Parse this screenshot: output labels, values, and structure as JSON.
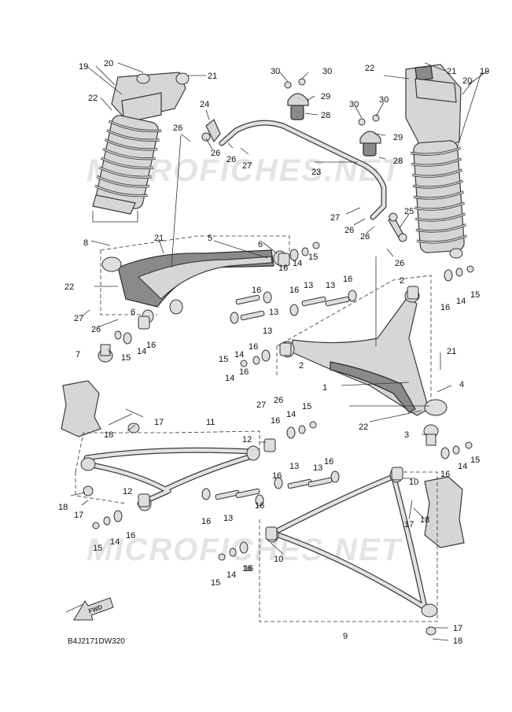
{
  "drawing_code": "B4J2171DW320",
  "fwd_label": "FWD",
  "watermark": "MICROFICHES.NET",
  "callouts": {
    "c19a": "19",
    "c20a": "20",
    "c21a": "21",
    "c22a": "22",
    "c22b": "22",
    "c21b": "21",
    "c20b": "20",
    "c19b": "19",
    "c30a": "30",
    "c30b": "30",
    "c29a": "29",
    "c28a": "28",
    "c30c": "30",
    "c30d": "30",
    "c29b": "29",
    "c28b": "28",
    "c24": "24",
    "c26a": "26",
    "c26b": "26",
    "c26c": "26",
    "c27a": "27",
    "c23": "23",
    "c27b": "27",
    "c26d": "26",
    "c26e": "26",
    "c25": "25",
    "c26f": "26",
    "c8": "8",
    "c21c": "21",
    "c5": "5",
    "c6a": "6",
    "c16a": "16",
    "c14a": "14",
    "c15a": "15",
    "c22c": "22",
    "c2a": "2",
    "c16b": "16",
    "c14b": "14",
    "c15b": "15",
    "c13a": "13",
    "c13b": "13",
    "c16c": "16",
    "c16d": "16",
    "c16e": "16",
    "c13c": "13",
    "c27c": "27",
    "c26g": "26",
    "c6b": "6",
    "c13d": "13",
    "c16f": "16",
    "c14c": "14",
    "c15c": "15",
    "c16g": "16",
    "c2b": "2",
    "c7": "7",
    "c14d": "14",
    "c16h": "16",
    "c15d": "15",
    "c14e": "14",
    "c21d": "21",
    "c1": "1",
    "c4": "4",
    "c27d": "27",
    "c26h": "26",
    "c17a": "17",
    "c18a": "18",
    "c14f": "14",
    "c15e": "15",
    "c16i": "16",
    "c22d": "22",
    "c3": "3",
    "c11": "11",
    "c12a": "12",
    "c12b": "12",
    "c16j": "16",
    "c14g": "14",
    "c15f": "15",
    "c18b": "18",
    "c17b": "17",
    "c13e": "13",
    "c13f": "13",
    "c16k": "16",
    "c16l": "16",
    "c16m": "16",
    "c10a": "10",
    "c13g": "13",
    "c16n": "16",
    "c15g": "15",
    "c14h": "14",
    "c16o": "16",
    "c17c": "17",
    "c18c": "18",
    "c16p": "16",
    "c10b": "10",
    "c15h": "15",
    "c14i": "14",
    "c16q": "16",
    "c9": "9",
    "c17d": "17",
    "c18d": "18"
  },
  "colors": {
    "line": "#333333",
    "part_fill": "#d6d6d6",
    "part_dark": "#8a8a8a",
    "watermark": "#e4e4e4"
  }
}
